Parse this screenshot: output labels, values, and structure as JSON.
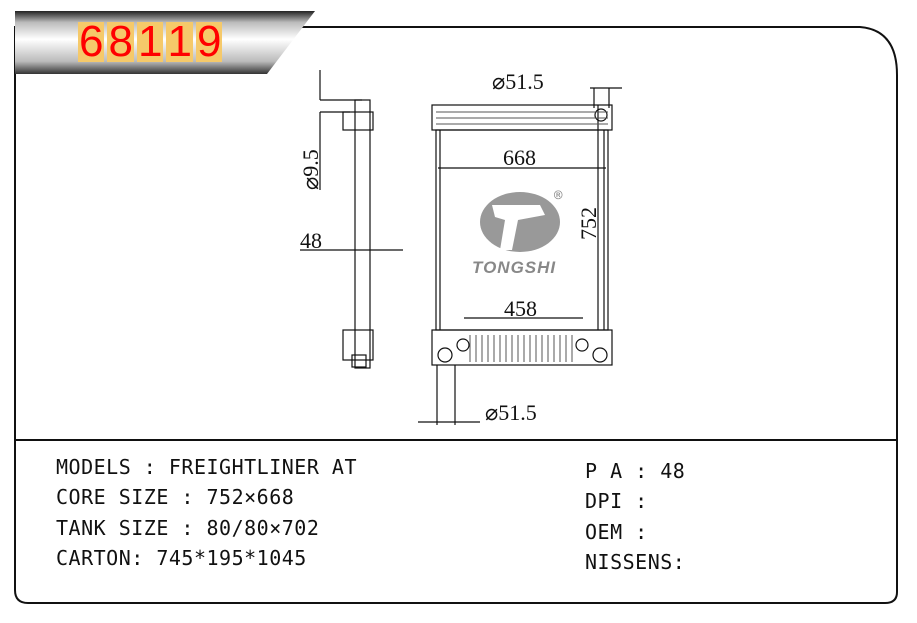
{
  "title": {
    "code": [
      "6",
      "8",
      "1",
      "1",
      "9"
    ]
  },
  "drawing": {
    "dim_top_pipe": "⌀51.5",
    "dim_width": "668",
    "dim_height": "752",
    "dim_bottom_span": "458",
    "dim_bottom_pipe": "⌀51.5",
    "dim_side_pipe": "⌀9.5",
    "dim_depth": "48",
    "brand": "TONGSHI",
    "registered": "®"
  },
  "specs_left": [
    {
      "label": "MODELS : FREIGHTLINER AT"
    },
    {
      "label": "CORE SIZE : 752×668"
    },
    {
      "label": "TANK SIZE : 80/80×702"
    },
    {
      "label": "CARTON: 745*195*1045"
    }
  ],
  "specs_right": [
    {
      "label": "P A : 48"
    },
    {
      "label": "DPI :"
    },
    {
      "label": "OEM :"
    },
    {
      "label": "NISSENS:"
    }
  ]
}
